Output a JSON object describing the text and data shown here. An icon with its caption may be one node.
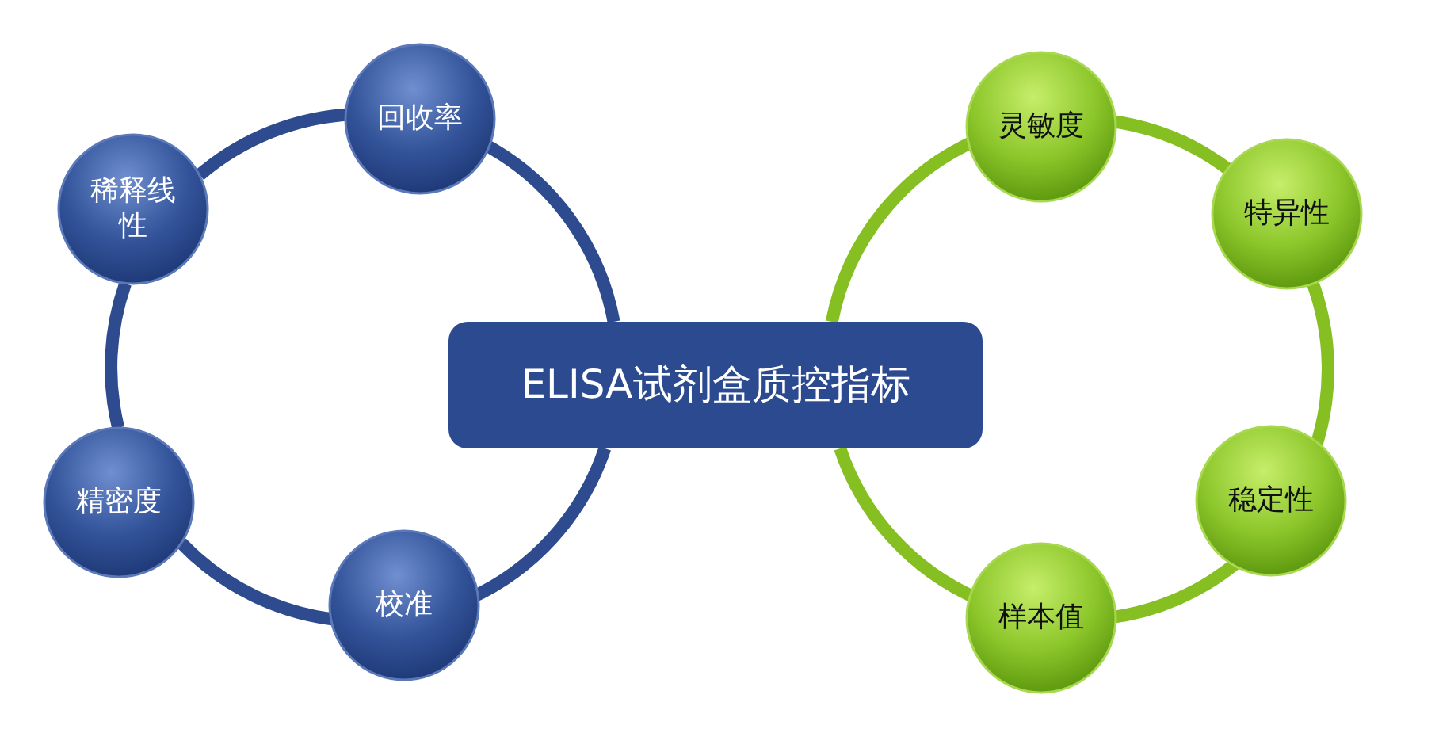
{
  "diagram": {
    "nodes": [
      {
        "text": [
          "ELISA试剂盒质控指标"
        ]
      },
      {
        "text": [
          "回收率"
        ]
      },
      {
        "text": [
          "稀释线性"
        ]
      },
      {
        "text": [
          "精密度"
        ]
      },
      {
        "text": [
          "校准"
        ]
      },
      {
        "text": [
          "灵敏度"
        ]
      },
      {
        "text": [
          "特异性"
        ]
      },
      {
        "text": [
          "稳定性"
        ]
      },
      {
        "text": [
          "样本值"
        ]
      }
    ],
    "edges": [
      {
        "from": 1,
        "to": 2,
        "arrow": "none",
        "color": "#2d4b8e"
      },
      {
        "from": 2,
        "to": 3,
        "arrow": "none",
        "color": "#2d4b8e"
      },
      {
        "from": 3,
        "to": 4,
        "arrow": "none",
        "color": "#2d4b8e"
      },
      {
        "from": 4,
        "to": 0,
        "arrow": "none",
        "color": "#2d4b8e"
      },
      {
        "from": 0,
        "to": 1,
        "arrow": "none",
        "color": "#2d4b8e"
      },
      {
        "from": 5,
        "to": 6,
        "arrow": "none",
        "color": "#86bf22"
      },
      {
        "from": 6,
        "to": 7,
        "arrow": "none",
        "color": "#86bf22"
      },
      {
        "from": 7,
        "to": 8,
        "arrow": "none",
        "color": "#86bf22"
      },
      {
        "from": 8,
        "to": 0,
        "arrow": "none",
        "color": "#86bf22"
      },
      {
        "from": 0,
        "to": 5,
        "arrow": "none",
        "color": "#86bf22"
      }
    ]
  }
}
